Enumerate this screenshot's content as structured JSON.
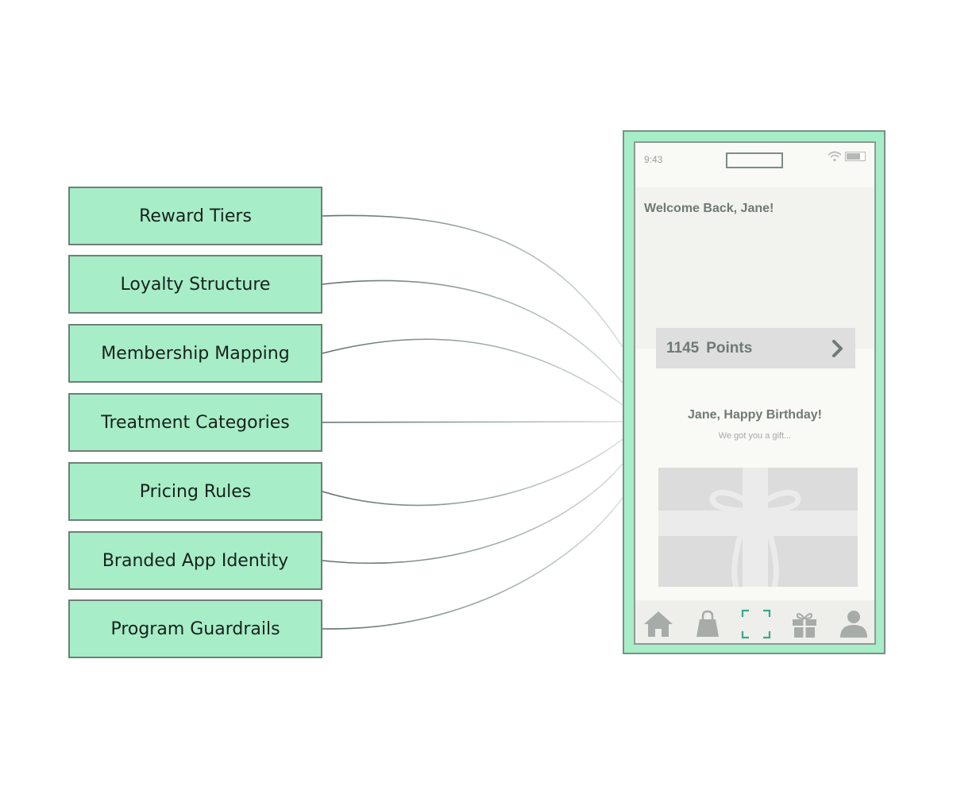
{
  "features": [
    {
      "label": "Reward Tiers"
    },
    {
      "label": "Loyalty Structure"
    },
    {
      "label": "Membership Mapping"
    },
    {
      "label": "Treatment Categories"
    },
    {
      "label": "Pricing Rules"
    },
    {
      "label": "Branded App Identity"
    },
    {
      "label": "Program Guardrails"
    }
  ],
  "phone": {
    "status": {
      "time": "9:43"
    },
    "welcome": "Welcome Back, Jane!",
    "points": {
      "value": "1145",
      "label": "Points"
    },
    "birthday": {
      "title": "Jane, Happy Birthday!",
      "subtitle": "We got you a gift..."
    },
    "tabs": [
      "home-icon",
      "shopping-bag-icon",
      "scan-icon",
      "gift-icon",
      "profile-icon"
    ]
  },
  "colors": {
    "box_fill": "#a7edc8",
    "box_border": "#6f7f78",
    "accent_teal": "#3aa88a",
    "icon_gray": "#a7aca9"
  }
}
